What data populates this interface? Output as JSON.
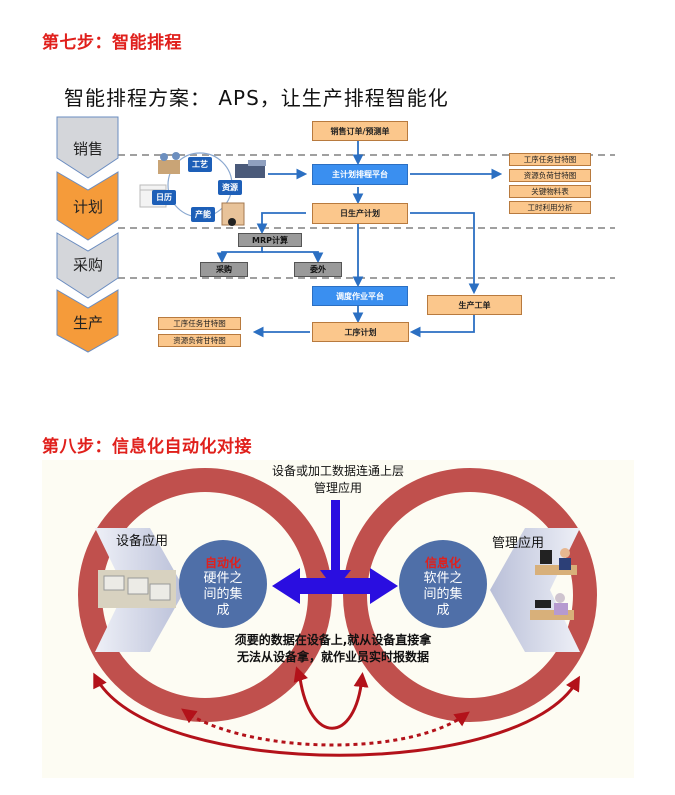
{
  "section7": {
    "heading": "第七步：智能排程",
    "subtitle": "智能排程方案： APS，让生产排程智能化",
    "phases": [
      {
        "label": "销售",
        "color": "#d4d6da"
      },
      {
        "label": "计划",
        "color": "#f59b3a"
      },
      {
        "label": "采购",
        "color": "#d4d6da"
      },
      {
        "label": "生产",
        "color": "#f59b3a"
      }
    ],
    "cycle_labels": [
      "工艺",
      "资源",
      "产能",
      "日历"
    ],
    "boxes": {
      "sales_order": "销售订单/预测单",
      "master_plan": "主计划排程平台",
      "daily_plan": "日生产计划",
      "mrp": "MRP计算",
      "purchase": "采购",
      "outsource": "委外",
      "dispatch": "调度作业平台",
      "work_order": "生产工单",
      "process_plan": "工序计划"
    },
    "right_outputs": [
      "工序任务甘特图",
      "资源负荷甘特图",
      "关键物料表",
      "工时利用分析"
    ],
    "left_outputs": [
      "工序任务甘特图",
      "资源负荷甘特图"
    ]
  },
  "section8": {
    "heading": "第八步：信息化自动化对接",
    "top_caption_line1": "设备或加工数据连通上层",
    "top_caption_line2": "管理应用",
    "left_label": "设备应用",
    "right_label": "管理应用",
    "left_circle": {
      "head": "自动化",
      "lines": [
        "硬件之",
        "间的集",
        "成"
      ]
    },
    "right_circle": {
      "head": "信息化",
      "lines": [
        "软件之",
        "间的集",
        "成"
      ]
    },
    "bottom_line1": "须要的数据在设备上,就从设备直接拿",
    "bottom_line2": "无法从设备拿，就作业员实时报数据",
    "colors": {
      "ring": "#c0504d",
      "circle": "#4f6fa8",
      "arrow": "#2a0ee0",
      "background": "#fdfcf3"
    }
  }
}
